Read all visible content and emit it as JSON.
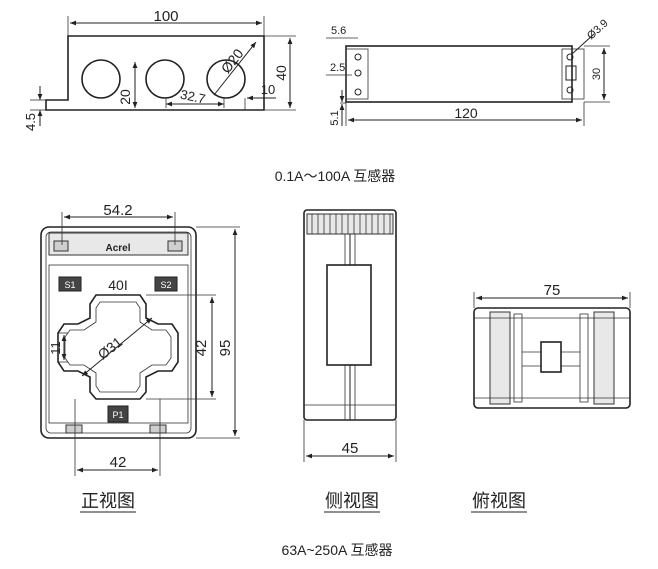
{
  "top_caption": "0.1A～100A 互感器",
  "bottom_caption": "63A~250A 互感器",
  "views": {
    "front": "正视图",
    "side": "侧视图",
    "top": "俯视图"
  },
  "small_ct_front": {
    "width": "100",
    "height": "40",
    "hole": "20",
    "hole_diameter": "Ø20",
    "pitch": "32.7",
    "edge": "10",
    "base": "4.5"
  },
  "small_ct_side": {
    "top_offset": "5.6",
    "mid_offset": "2.5",
    "bottom_offset": "5.1",
    "length": "120",
    "hole_diameter": "Ø3.9",
    "height": "30"
  },
  "large_ct_front": {
    "top_width": "54.2",
    "model": "40I",
    "terminal_s1": "S1",
    "terminal_s2": "S2",
    "terminal_p1": "P1",
    "brand": "Acrel",
    "window_diameter": "Ø31",
    "slot": "11",
    "window_height": "42",
    "height": "95",
    "window_width": "42"
  },
  "large_ct_side": {
    "depth": "45"
  },
  "large_ct_top": {
    "width": "75"
  }
}
